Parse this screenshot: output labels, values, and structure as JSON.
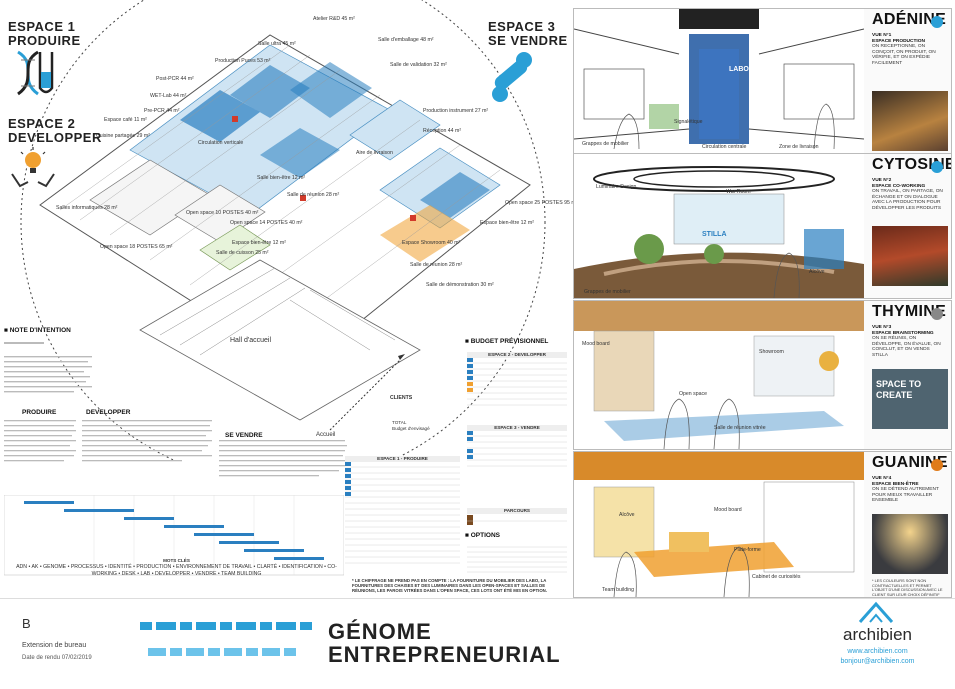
{
  "spaces": {
    "produire": {
      "number": "ESPACE 1",
      "name": "PRODUIRE"
    },
    "developper": {
      "number": "ESPACE 2",
      "name": "DEVELOPPER"
    },
    "vendre": {
      "number": "ESPACE 3",
      "name": "SE VENDRE"
    }
  },
  "plan_labels": [
    "Atelier R&D 45 m²",
    "Salle d'emballage 48 m²",
    "Salle de validation 32 m²",
    "Salle ultra 45 m²",
    "Production Puces 53 m²",
    "Post-PCR 44 m²",
    "WET-Lab 44 m²",
    "Pre-PCR 44 m²",
    "Espace café 11 m²",
    "Cuisine partagée 29 m²",
    "Production instrument 27 m²",
    "Réception 44 m²",
    "Salle de réunion 28 m²",
    "Salle bien-être 12 m²",
    "Salles informatiques 28 m²",
    "Open space 18 POSTES 65 m²",
    "Open space 10 POSTES 40 m²",
    "Open space 14 POSTES 40 m²",
    "Espace bien-être 12 m²",
    "Salle de cuisson 25 m²",
    "Open space 25 POSTES 95 m²",
    "Espace bien-être 12 m²",
    "Espace Showroom 40 m²",
    "Salle de réunion 28 m²",
    "Salle de démonstration 30 m²",
    "Aire de livraison",
    "Hall d'accueil",
    "Accueil",
    "Circulation verticale",
    "CLIENTS"
  ],
  "intention": {
    "heading": "NOTE D'INTENTION",
    "produire_title": "PRODUIRE",
    "developper_title": "DEVELOPPER",
    "vendre_title": "SE VENDRE"
  },
  "budget": {
    "heading": "BUDGET PRÉVISIONNEL",
    "options_heading": "OPTIONS",
    "table1_title": "ESPACE 2 - DEVELOPPER",
    "table2_title": "ESPACE 3 - VENDRE",
    "table3_title": "ESPACE 1 - PRODUIRE",
    "table4_title": "PARCOURS",
    "total_label": "TOTAL",
    "budget_label": "Budget d'envisagé",
    "note": "* LE CHIFFRAGE NE PREND PAS EN COMPTE : LA FOURNITURE DU MOBILIER DES LABO, LA FOURNITURES DES CHAISES ET DES LUMINAIRES DANS LES OPEN-SPACES ET SALLES DE RÉUNIONS, LES PAROIS VITRÉES DANS L'OPEN SPACE, CES LOTS ONT ÉTÉ MIS EN OPTION."
  },
  "keywords": {
    "title": "MOTS CLÉS",
    "text": "ADN • AK • GENOME • PROCESSUS • IDENTITÉ • PRODUCTION • ENVIRONNEMENT DE TRAVAIL • CLARTÉ • IDENTIFICATION • CO-WORKING • DESK • LAB • DEVELOPPER • VENDRE • TEAM BUILDING"
  },
  "panels": [
    {
      "title": "ADÉNINE",
      "color": "#2a9fd6",
      "view": "VUE N°1",
      "subtitle": "ESPACE PRODUCTION",
      "desc": "ON RECEPTIONNE, ON CONÇOIT, ON PRODUIT, ON VÉRIFIE, ET ON EXPÉDIE FACILEMENT",
      "tags": [
        "LABO",
        "Signalétique",
        "Circulation centrale",
        "Zone de livraison",
        "Grappes de mobilier"
      ]
    },
    {
      "title": "CYTOSINE",
      "color": "#2a9fd6",
      "view": "VUE N°2",
      "subtitle": "ESPACE CO-WORKING",
      "desc": "ON TRAVAIL, ON PARTAGE, ON ÉCHANGE ET ON DIALOGUE AVEC LA PRODUCTION POUR DÉVELOPPER LES PRODUITS",
      "tags": [
        "Luminaire Design",
        "War Room",
        "Grappes de mobilier",
        "Alcôve",
        "STILLA"
      ]
    },
    {
      "title": "THYMINE",
      "color": "#888888",
      "view": "VUE N°3",
      "subtitle": "ESPACE BRAINSTORMING",
      "desc": "ON SE RÉUNIS, ON DÉVELOPPE, ON ÉVALUE, ON CONCLUT, ET ON VENDS STILLA",
      "tags": [
        "Mood board",
        "Showroom",
        "Open space",
        "Salle de réunion vitrée"
      ],
      "photo_text": "SPACE TO CREATE"
    },
    {
      "title": "GUANINE",
      "color": "#e07b1a",
      "view": "VUE N°4",
      "subtitle": "ESPACE BIEN-ÊTRE",
      "desc": "ON SE DÉTEND AUTREMENT POUR MIEUX TRAVAILLER ENSEMBLE",
      "tags": [
        "Alcôve",
        "Mood board",
        "Plate-forme",
        "Cabinet de curiosités",
        "Team building"
      ]
    }
  ],
  "colors_note": "* LES COULEURS SONT NON CONTRACTUELLES ET PERMET L'OBJET D'UNE DISCUSSION AVEC LE CLIENT SUR LEUR CHOIX DÉFINITIF",
  "footer": {
    "letter": "B",
    "project": "Extension de bureau",
    "date": "Date de rendu 07/02/2019",
    "title_line1": "GÉNOME",
    "title_line2": "ENTREPRENEURIAL",
    "brand": "archibien",
    "website": "www.archibien.com",
    "email": "bonjour@archibien.com"
  },
  "accent_colors": {
    "blue": "#2a9fd6",
    "orange": "#f0a030",
    "red": "#d23a2a",
    "dark": "#222222"
  }
}
